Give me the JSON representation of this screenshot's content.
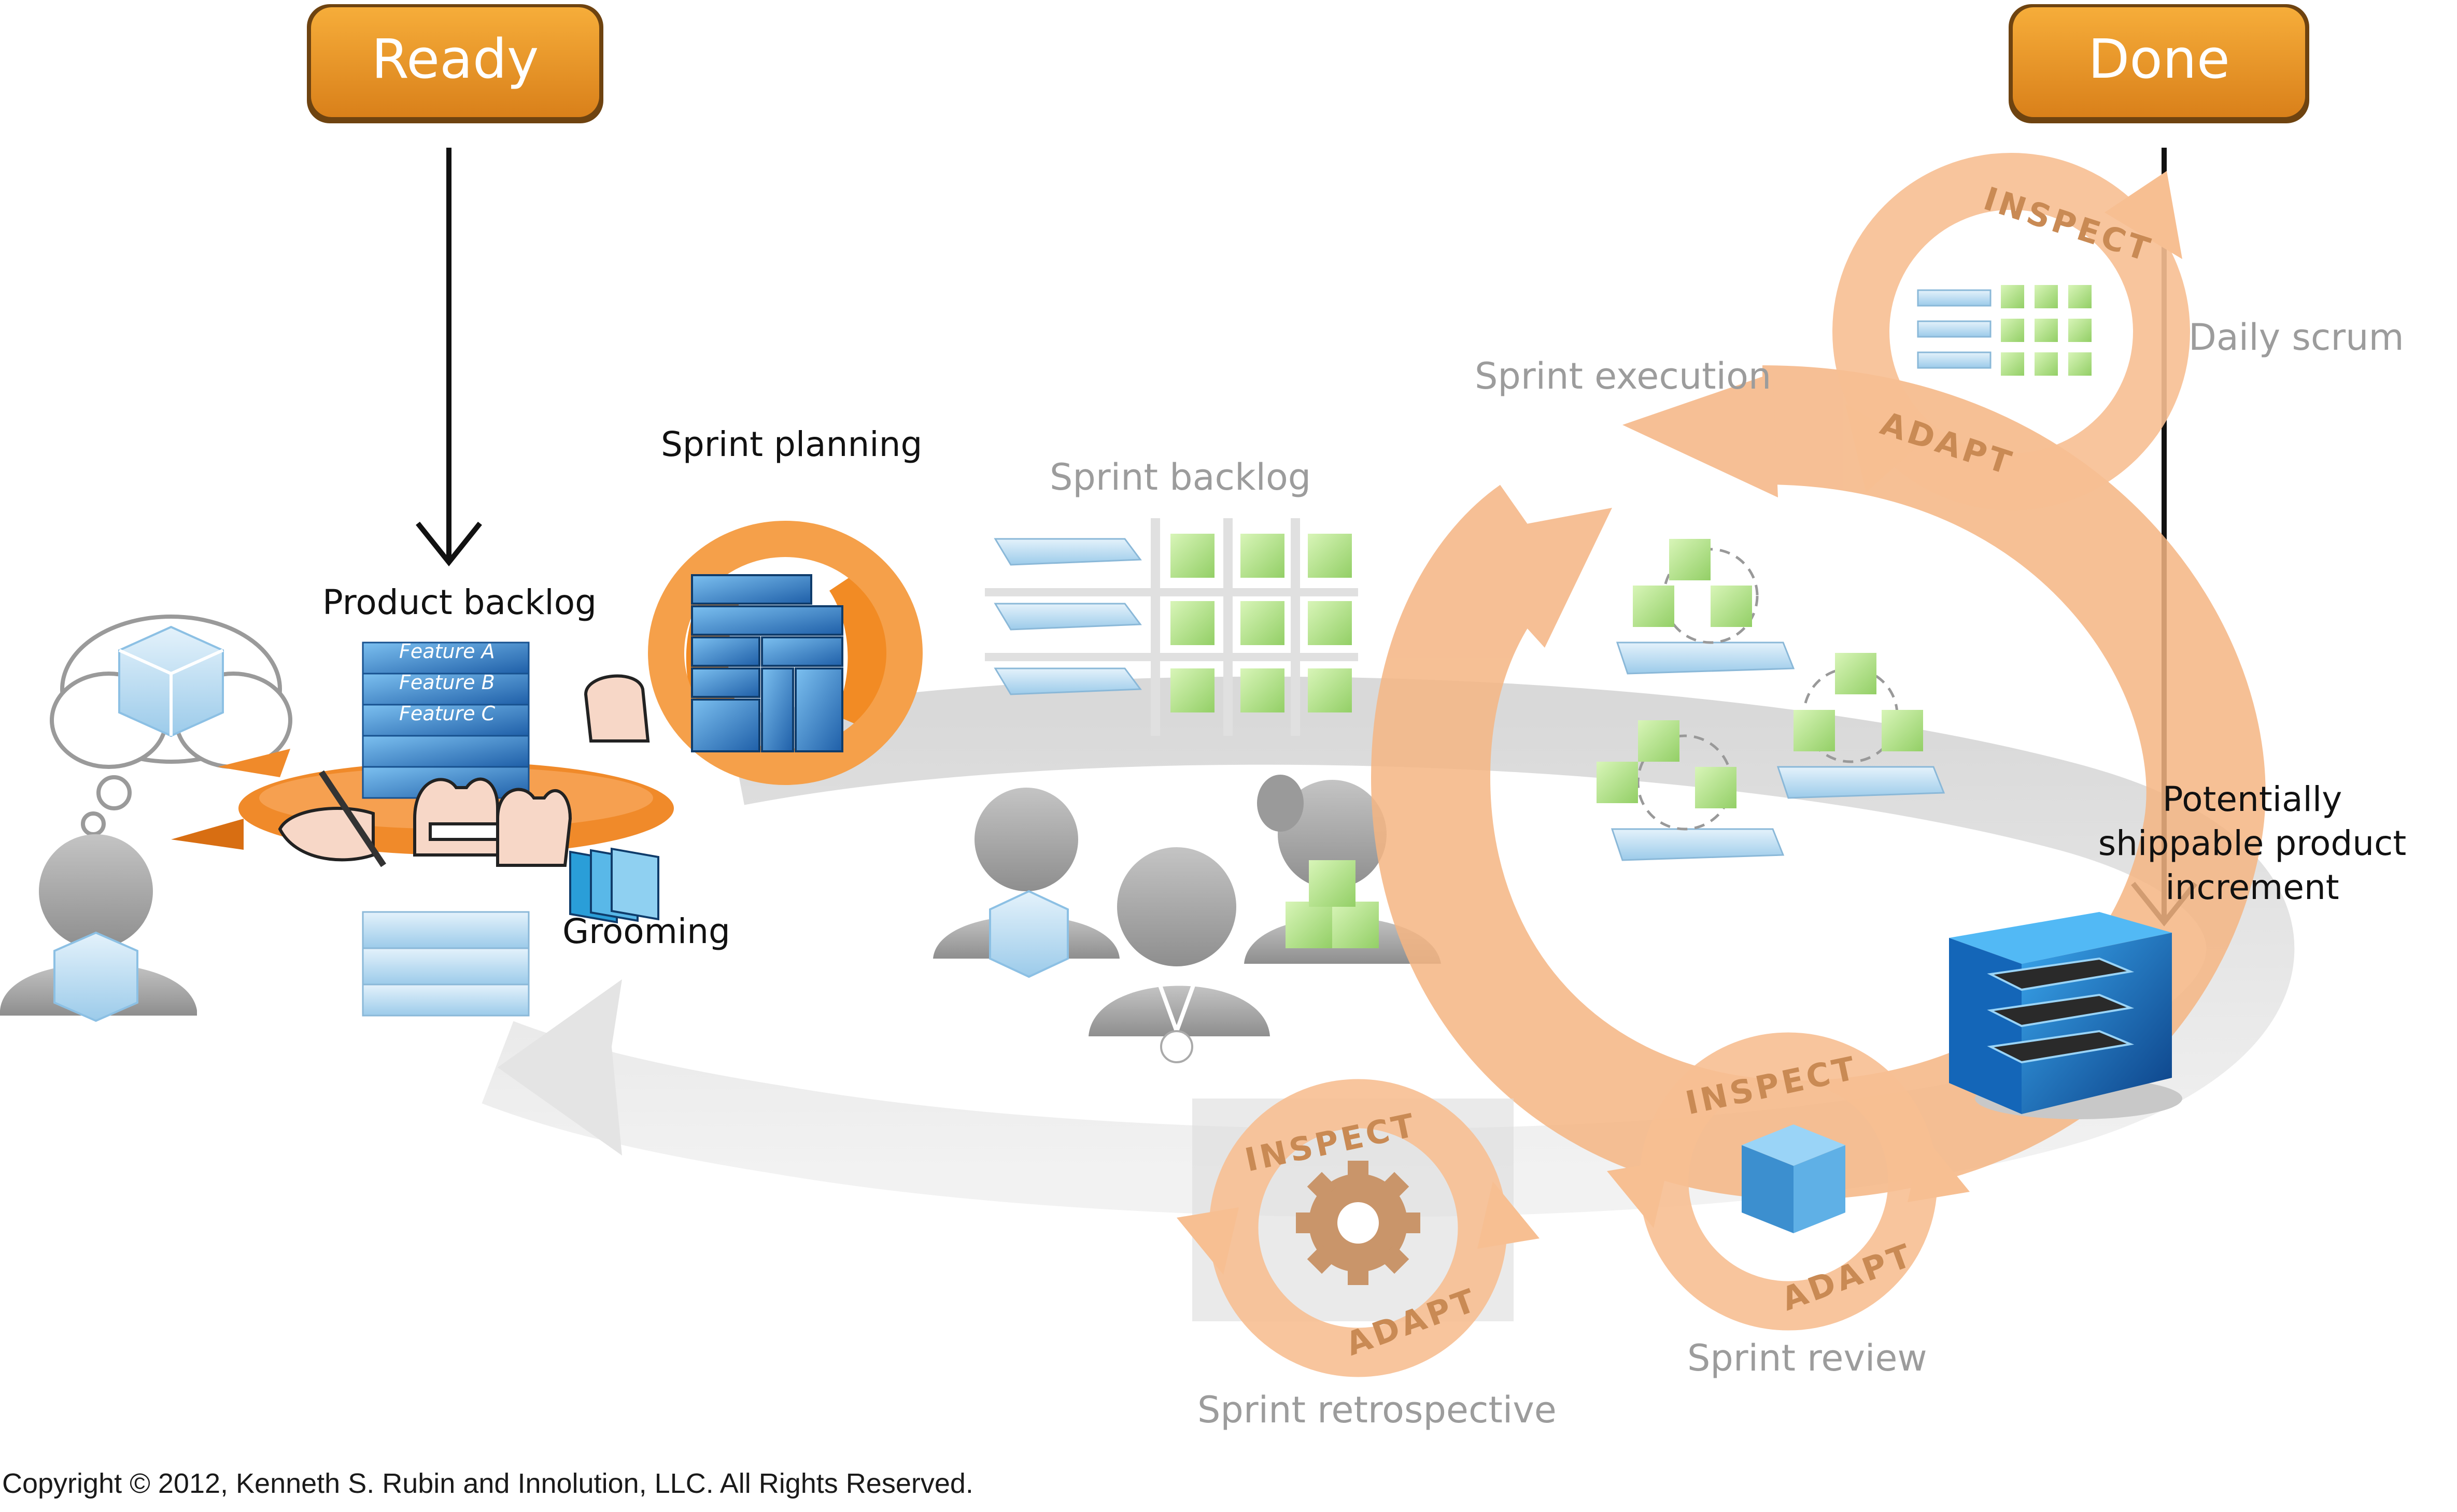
{
  "tags": {
    "ready": "Ready",
    "done": "Done"
  },
  "labels": {
    "product_backlog": "Product backlog",
    "sprint_planning": "Sprint planning",
    "sprint_backlog": "Sprint backlog",
    "sprint_execution": "Sprint execution",
    "daily_scrum": "Daily scrum",
    "grooming": "Grooming",
    "increment_line1": "Potentially",
    "increment_line2": "shippable product",
    "increment_line3": "increment",
    "sprint_review": "Sprint review",
    "sprint_retrospective": "Sprint retrospective"
  },
  "backlog_items": [
    "Feature A",
    "Feature B",
    "Feature C"
  ],
  "cycle_words": {
    "inspect": "INSPECT",
    "adapt": "ADAPT"
  },
  "copyright": "Copyright © 2012, Kenneth S. Rubin and Innolution, LLC. All Rights Reserved.",
  "colors": {
    "tag_orange": "#e8941f",
    "tag_border": "#7a4a10",
    "orange_loop": "#f6b98e",
    "blue_block": "#3d8fd6",
    "green_cube": "#b9e58f",
    "ring_grey": "#e6e6e6"
  }
}
